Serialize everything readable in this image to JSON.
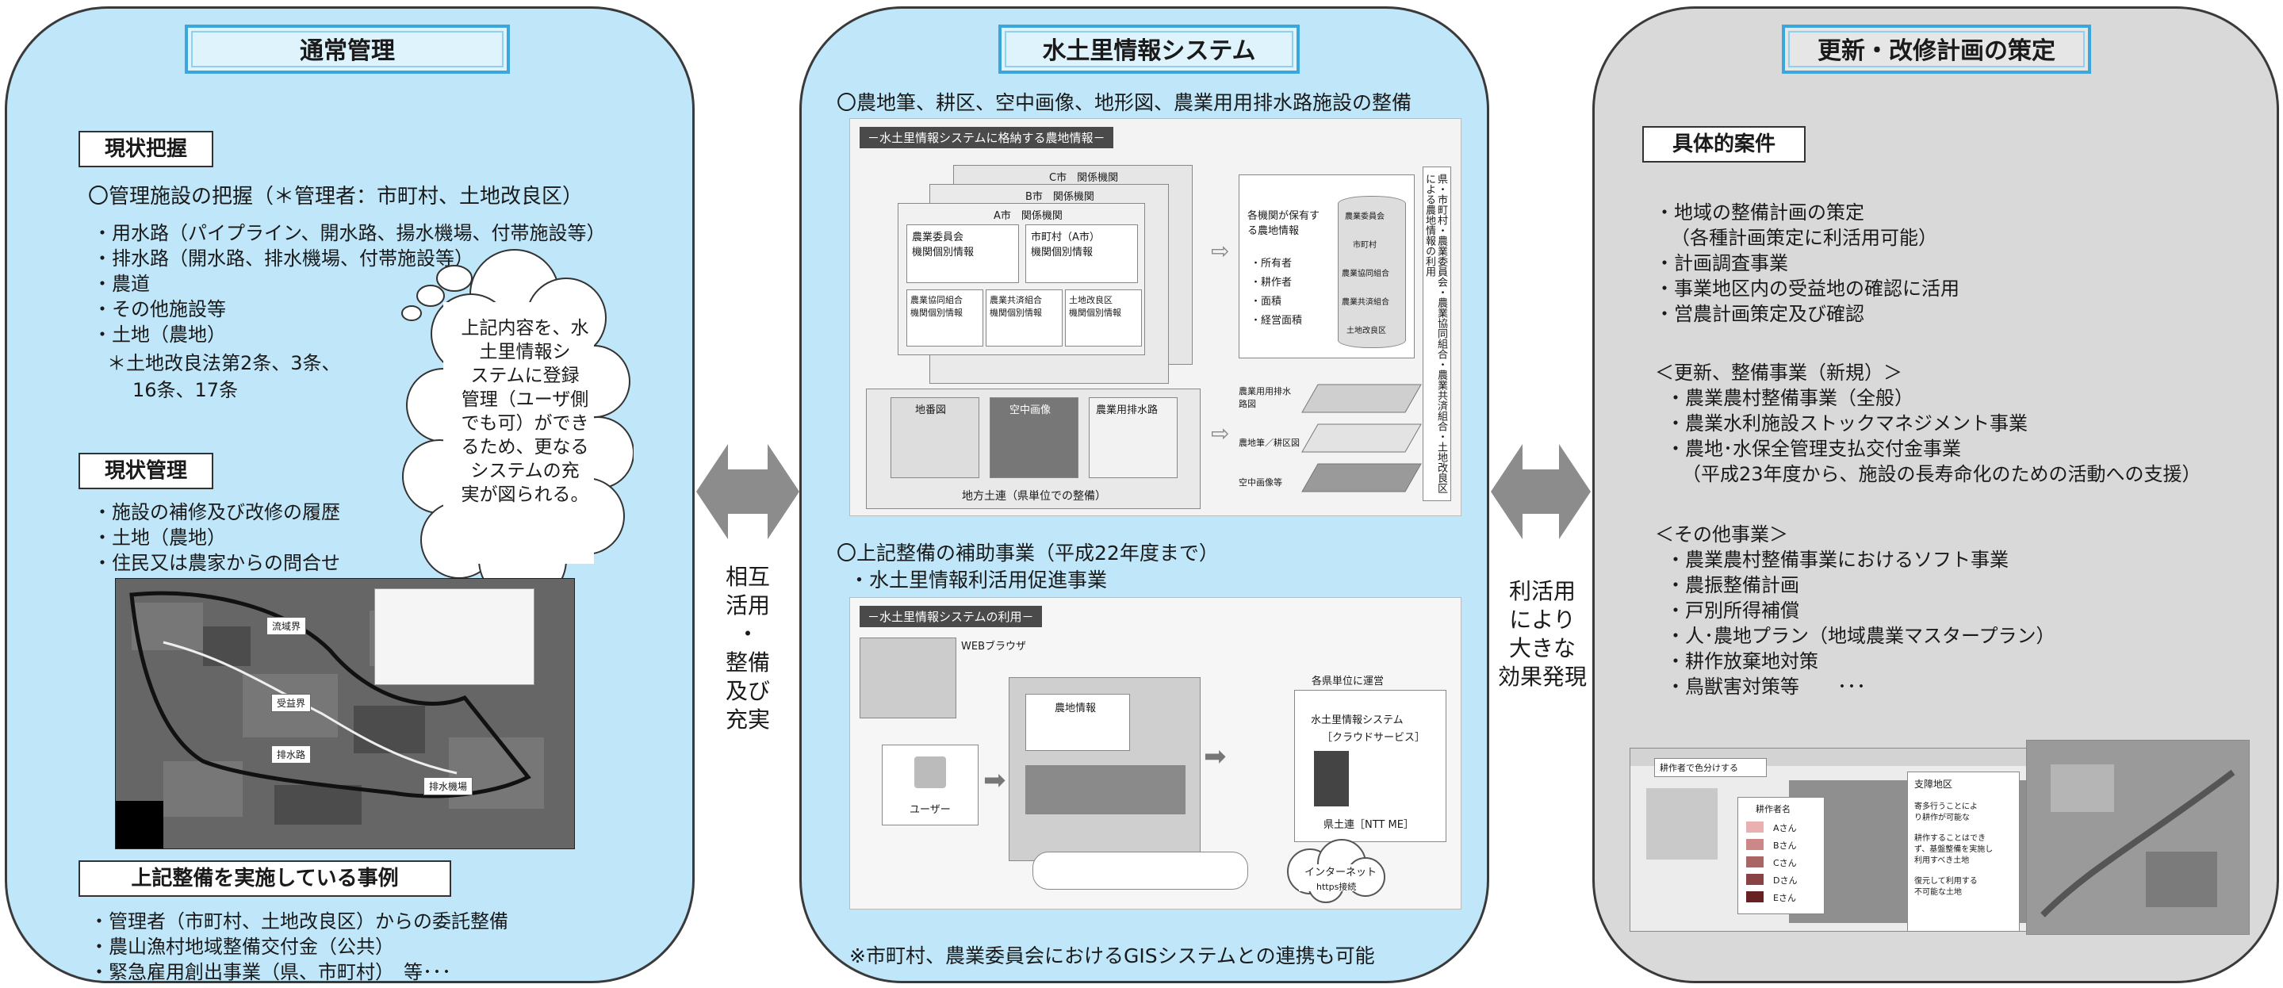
{
  "left": {
    "title": "通常管理",
    "section1": {
      "heading": "現状把握",
      "intro": "〇管理施設の把握（＊管理者：市町村、土地改良区）",
      "items": [
        "・用水路（パイプライン、開水路、揚水機場、付帯施設等）",
        "・排水路（開水路、排水機場、付帯施設等）",
        "・農道",
        "・その他施設等",
        "・土地（農地）"
      ],
      "note1": "＊土地改良法第2条、3条、",
      "note2": "16条、17条"
    },
    "cloud": [
      "上記内容を、水",
      "土里情報シ",
      "ステムに登録",
      "管理（ユーザ側",
      "でも可）ができ",
      "るため、更なる",
      "システムの充",
      "実が図られる。"
    ],
    "section2": {
      "heading": "現状管理",
      "items": [
        "・施設の補修及び改修の履歴",
        "・土地（農地）",
        "・住民又は農家からの問合せ"
      ]
    },
    "map": {
      "labels": [
        "流域界",
        "受益界",
        "排水路",
        "排水機場"
      ]
    },
    "section3": {
      "heading": "上記整備を実施している事例",
      "items": [
        "・管理者（市町村、土地改良区）からの委託整備",
        "・農山漁村地域整備交付金（公共）",
        "・緊急雇用創出事業（県、市町村）　等･･･"
      ]
    }
  },
  "middle": {
    "title": "水土里情報システム",
    "line1": "〇農地筆、耕区、空中画像、地形図、農業用用排水路施設の整備",
    "fig1": {
      "bar": "－水土里情報システムに格納する農地情報－",
      "city_c": "C市　関係機関",
      "city_b": "B市　関係機関",
      "city_a": "A市　関係機関",
      "cards": [
        "農業委員会\n機関個別情報",
        "市町村（A市）\n機関個別情報",
        "農業協同組合\n機関個別情報",
        "農業共済組合\n機関個別情報",
        "土地改良区\n機関個別情報"
      ],
      "maps": [
        "地番図",
        "空中画像",
        "農業用排水路"
      ],
      "base": "地方土連（県単位での整備）",
      "held": "各機関が保有する農地情報",
      "held_items": [
        "・所有者",
        "・耕作者",
        "・面積",
        "・経営面積"
      ],
      "db": [
        "農業委員会",
        "市町村",
        "農業協同組合",
        "農業共済組合",
        "土地改良区"
      ],
      "layers": [
        "農業用用排水路図",
        "農地筆／耕区図",
        "空中画像等"
      ],
      "side": "県・市町村・農業委員会・農業協同組合・農業共済組合・土地改良区による農地情報の利用"
    },
    "line2": "〇上記整備の補助事業（平成22年度まで）",
    "line3": "・水土里情報利活用促進事業",
    "fig2": {
      "bar": "－水土里情報システムの利用－",
      "browser": "WEBブラウザ",
      "user": "ユーザー",
      "info": "農地情報",
      "sys": "水土里情報システム",
      "cloud_service": "［クラウドサービス］",
      "ren": "県土連［NTT ME］",
      "internet": "インターネット",
      "https": "https接続",
      "ken": "各県単位に運営"
    },
    "footer": "※市町村、農業委員会におけるGISシステムとの連携も可能"
  },
  "arrows": {
    "left_text": [
      "相互",
      "活用",
      "・",
      "整備",
      "及び",
      "充実"
    ],
    "right_text": [
      "利活用",
      "により",
      "大きな",
      "効果発現"
    ],
    "color": "#8c8c8c"
  },
  "right": {
    "title": "更新・改修計画の策定",
    "heading": "具体的案件",
    "group1": [
      "・地域の整備計画の策定",
      "（各種計画策定に利活用可能）",
      "・計画調査事業",
      "・事業地区内の受益地の確認に活用",
      "・営農計画策定及び確認"
    ],
    "group2": [
      "＜更新、整備事業（新規）＞",
      "・農業農村整備事業（全般）",
      "・農業水利施設ストックマネジメント事業",
      "・農地･水保全管理支払交付金事業",
      "（平成23年度から、施設の長寿命化のための活動への支援）"
    ],
    "group3": [
      "＜その他事業＞",
      "・農業農村整備事業におけるソフト事業",
      "・農振整備計画",
      "・戸別所得補償",
      "・人･農地プラン（地域農業マスタープラン）",
      "・耕作放棄地対策",
      "・鳥獣害対策等　　･･･"
    ],
    "shot": {
      "tab": "耕作者で色分けする",
      "legend_title": "耕作者名",
      "legend": [
        "Aさん",
        "Bさん",
        "Cさん",
        "Dさん",
        "Eさん"
      ],
      "popup_title": "支障地区",
      "popup": [
        "寄多行うことによ",
        "り耕作が可能な",
        "耕作することはでき",
        "ず、基盤整備を実施し",
        "利用すべき土地",
        "復元して利用する",
        "不可能な土地"
      ]
    }
  },
  "colors": {
    "panel_blue": "#bfe6f9",
    "panel_gray": "#d9d9d9",
    "title_border": "#3aa6dc"
  }
}
